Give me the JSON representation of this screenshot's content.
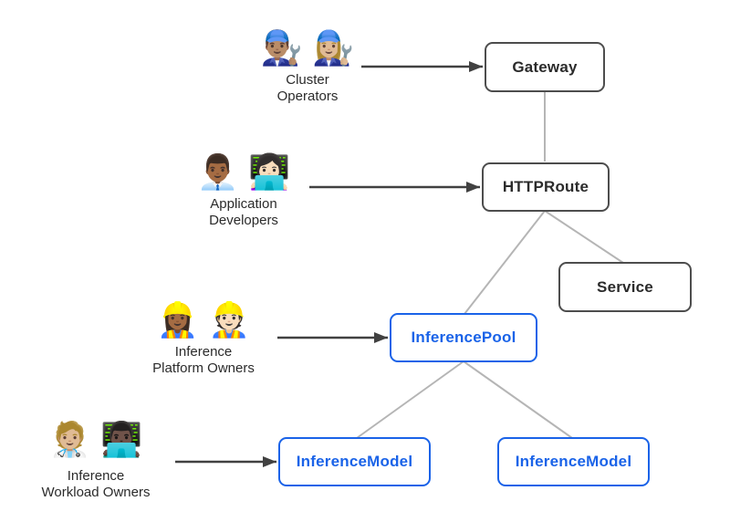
{
  "diagram": {
    "personas": [
      {
        "id": "cluster-operators",
        "emojis": "👨🏽‍🔧 👩🏼‍🔧",
        "label": "Cluster\nOperators"
      },
      {
        "id": "application-developers",
        "emojis": "👨🏾‍💼 👩🏻‍💻",
        "label": "Application\nDevelopers"
      },
      {
        "id": "inference-platform-owners",
        "emojis": "👷🏾‍♀️ 👷🏻",
        "label": "Inference\nPlatform Owners"
      },
      {
        "id": "inference-workload-owners",
        "emojis": "🧑🏼‍⚕️ 👨🏿‍💻",
        "label": "Inference\nWorkload Owners"
      }
    ],
    "nodes": [
      {
        "id": "gateway",
        "label": "Gateway",
        "style": "dark"
      },
      {
        "id": "httproute",
        "label": "HTTPRoute",
        "style": "dark"
      },
      {
        "id": "service",
        "label": "Service",
        "style": "dark"
      },
      {
        "id": "inferencepool",
        "label": "InferencePool",
        "style": "blue"
      },
      {
        "id": "inferencemodel-left",
        "label": "InferenceModel",
        "style": "blue"
      },
      {
        "id": "inferencemodel-right",
        "label": "InferenceModel",
        "style": "blue"
      }
    ],
    "edges": {
      "persona_arrows": [
        {
          "from": "Cluster Operators",
          "to": "Gateway"
        },
        {
          "from": "Application Developers",
          "to": "HTTPRoute"
        },
        {
          "from": "Inference Platform Owners",
          "to": "InferencePool"
        },
        {
          "from": "Inference Workload Owners",
          "to": "InferenceModel"
        }
      ],
      "connectors": [
        {
          "from": "Gateway",
          "to": "HTTPRoute"
        },
        {
          "from": "HTTPRoute",
          "to": "InferencePool"
        },
        {
          "from": "HTTPRoute",
          "to": "Service"
        },
        {
          "from": "InferencePool",
          "to": "InferenceModel (left)"
        },
        {
          "from": "InferencePool",
          "to": "InferenceModel (right)"
        }
      ]
    },
    "colors": {
      "accent_blue": "#1a63e8",
      "node_border_dark": "#4d4d4d",
      "node_text_dark": "#2b2b2b",
      "connector_gray": "#b5b5b5",
      "arrow_dark": "#414141",
      "background": "#ffffff"
    }
  }
}
